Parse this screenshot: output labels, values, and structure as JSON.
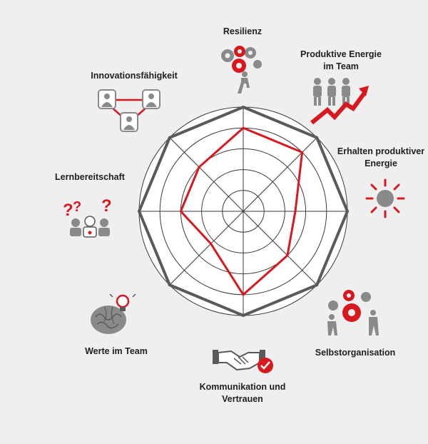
{
  "labels": {
    "resilienz": "Resilienz",
    "produktive_1": "Produktive Energie",
    "produktive_2": "im Team",
    "erhalten_1": "Erhalten produktiver",
    "erhalten_2": "Energie",
    "selbst": "Selbstorganisation",
    "kommunikation_1": "Kommunikation und",
    "kommunikation_2": "Vertrauen",
    "werte": "Werte im Team",
    "lernbereitschaft": "Lernbereitschaft",
    "innovation": "Innovationsfähigkeit"
  },
  "chart_data": {
    "type": "radar",
    "axes": [
      "Resilienz",
      "Produktive Energie im Team",
      "Erhalten produktiver Energie",
      "Selbstorganisation",
      "Kommunikation und Vertrauen",
      "Werte im Team",
      "Lernbereitschaft",
      "Innovationsfähigkeit"
    ],
    "rings": 5,
    "max": 5,
    "series": [
      {
        "color": "#5a5a5a",
        "values": [
          5,
          5,
          5,
          5,
          5,
          5,
          5,
          5
        ]
      },
      {
        "color": "#d7191f",
        "values": [
          4,
          4,
          2.5,
          3,
          4,
          2.2,
          3,
          3
        ]
      }
    ]
  },
  "colors": {
    "red": "#d7191f",
    "grey": "#8a8a8a",
    "dark": "#5a5a5a"
  },
  "icons": [
    "gears-person-icon",
    "team-growth-icon",
    "sun-energy-icon",
    "gears-team-icon",
    "handshake-check-icon",
    "brain-lightbulb-icon",
    "question-group-icon",
    "network-people-icon"
  ]
}
